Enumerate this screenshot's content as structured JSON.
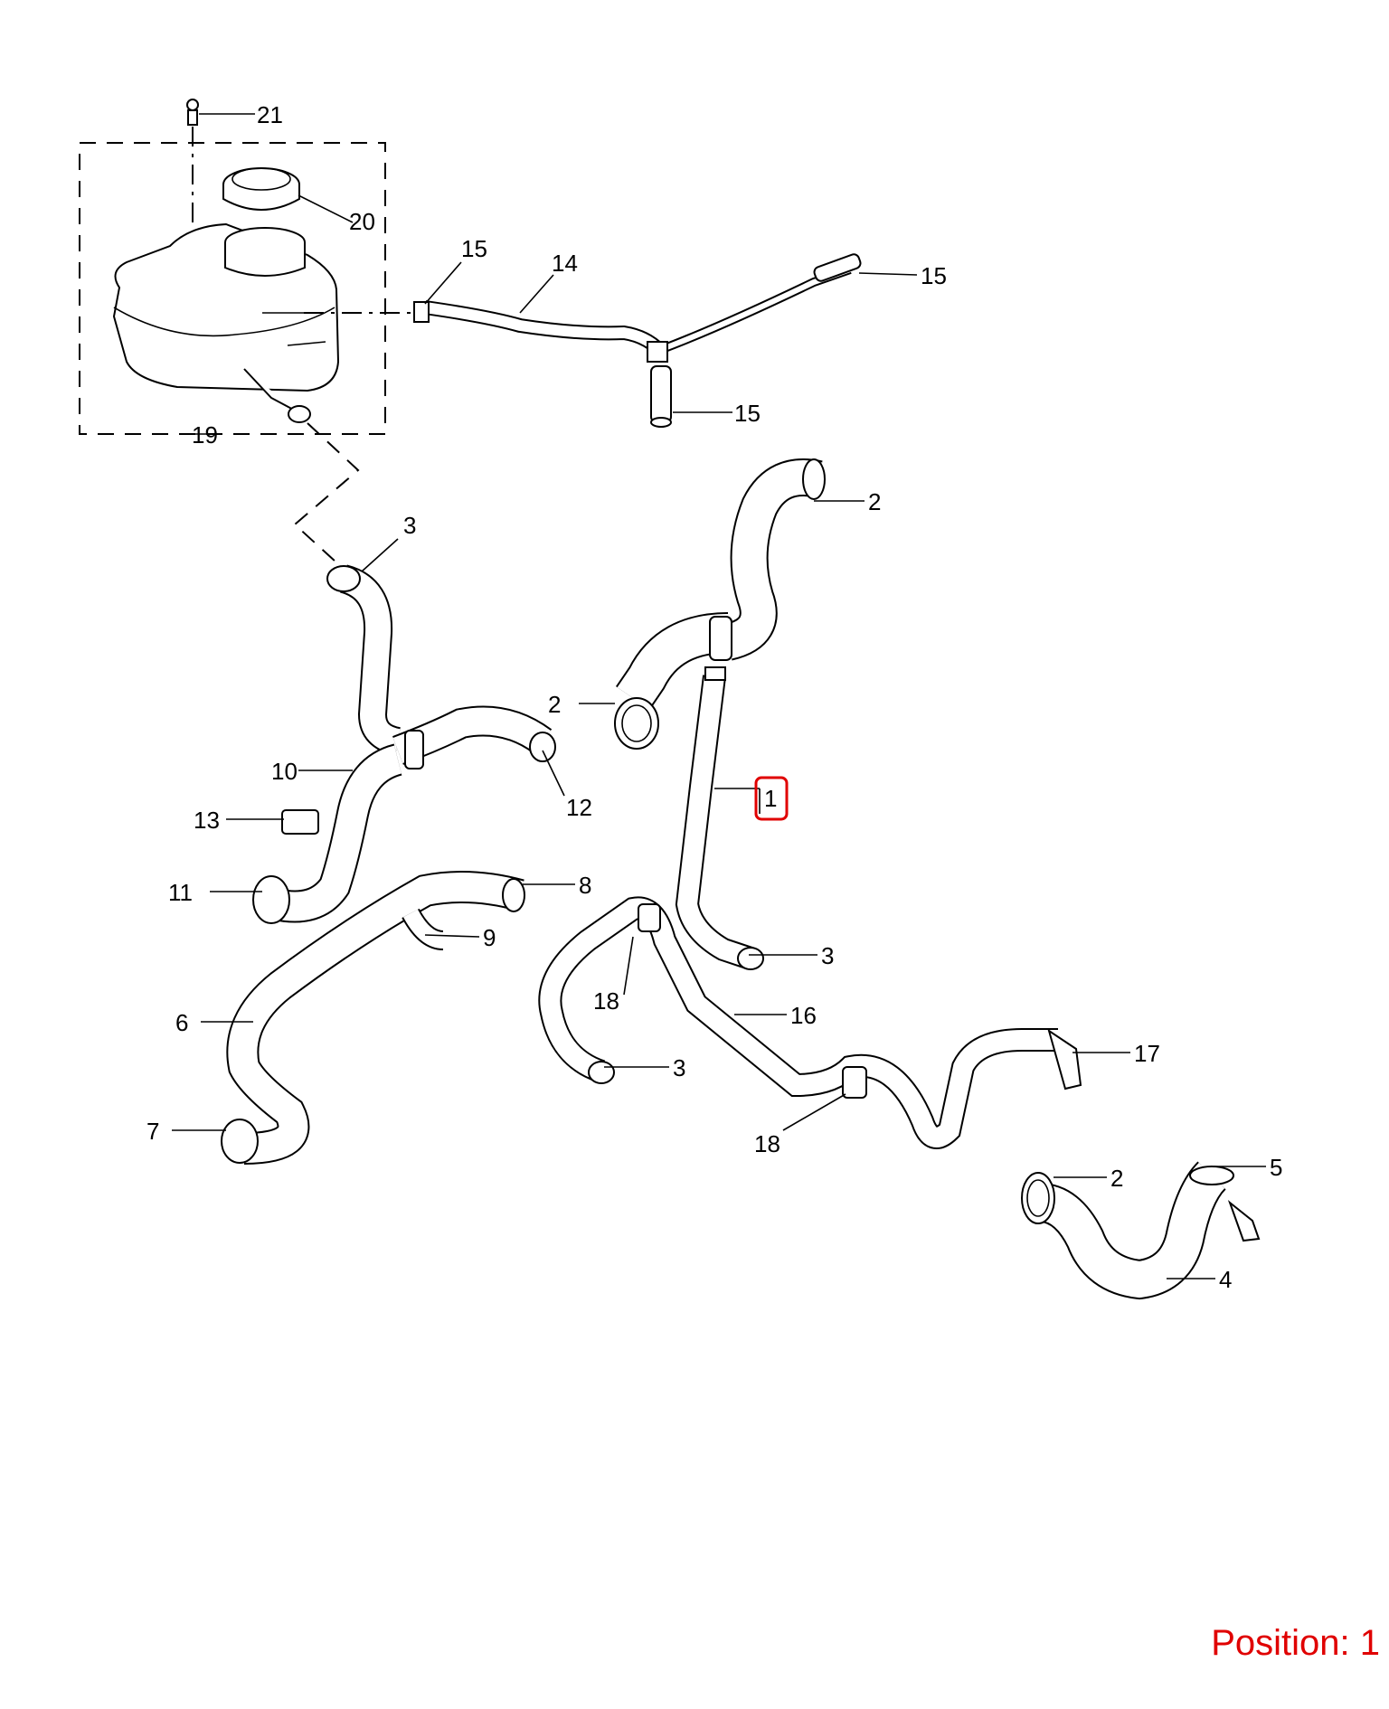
{
  "callouts": [
    {
      "id": "c21",
      "label": "21"
    },
    {
      "id": "c20",
      "label": "20"
    },
    {
      "id": "c19",
      "label": "19"
    },
    {
      "id": "c15a",
      "label": "15"
    },
    {
      "id": "c14",
      "label": "14"
    },
    {
      "id": "c15b",
      "label": "15"
    },
    {
      "id": "c15c",
      "label": "15"
    },
    {
      "id": "c2a",
      "label": "2"
    },
    {
      "id": "c3a",
      "label": "3"
    },
    {
      "id": "c2b",
      "label": "2"
    },
    {
      "id": "c1",
      "label": "1"
    },
    {
      "id": "c10",
      "label": "10"
    },
    {
      "id": "c12",
      "label": "12"
    },
    {
      "id": "c13",
      "label": "13"
    },
    {
      "id": "c11",
      "label": "11"
    },
    {
      "id": "c8",
      "label": "8"
    },
    {
      "id": "c9",
      "label": "9"
    },
    {
      "id": "c3b",
      "label": "3"
    },
    {
      "id": "c18a",
      "label": "18"
    },
    {
      "id": "c16",
      "label": "16"
    },
    {
      "id": "c6",
      "label": "6"
    },
    {
      "id": "c3c",
      "label": "3"
    },
    {
      "id": "c17",
      "label": "17"
    },
    {
      "id": "c7",
      "label": "7"
    },
    {
      "id": "c18b",
      "label": "18"
    },
    {
      "id": "c2c",
      "label": "2"
    },
    {
      "id": "c5",
      "label": "5"
    },
    {
      "id": "c4",
      "label": "4"
    }
  ],
  "position": {
    "text": "Position: 1"
  },
  "colors": {
    "highlight": "#e00000",
    "line": "#000000",
    "background": "#ffffff"
  }
}
